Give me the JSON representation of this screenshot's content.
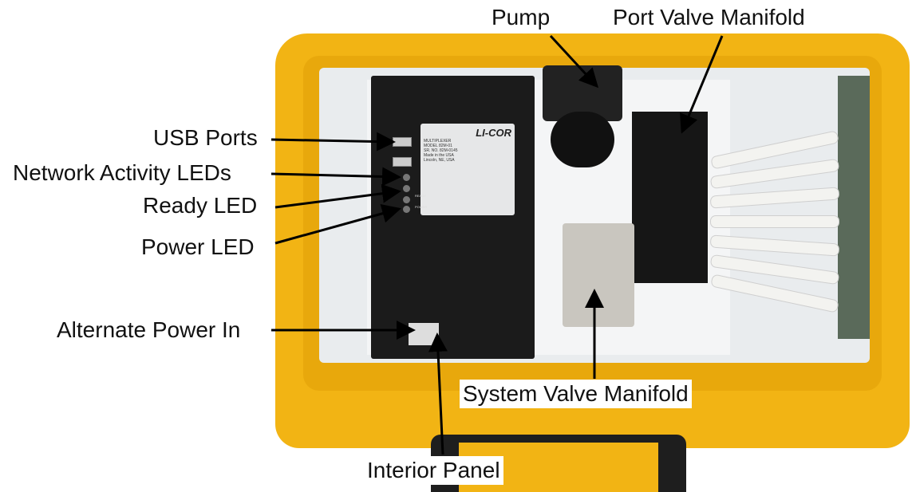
{
  "labels": {
    "pump": "Pump",
    "port_valve_manifold": "Port Valve Manifold",
    "usb_ports": "USB Ports",
    "network_activity_leds": "Network Activity LEDs",
    "ready_led": "Ready LED",
    "power_led": "Power LED",
    "alternate_power_in": "Alternate Power In",
    "system_valve_manifold": "System Valve Manifold",
    "interior_panel": "Interior Panel"
  },
  "device_label": {
    "brand": "LI-COR",
    "product": "MULTIPLEXER",
    "model": "MODEL  82M-01",
    "serial": "SR. NO.  82M-0145",
    "origin": "Made in the USA",
    "city": "Lincoln, NE, USA",
    "ready": "READY",
    "power": "POWER"
  },
  "colors": {
    "case": "#f2b414",
    "panel": "#1b1b1b",
    "arrow": "#000000"
  }
}
